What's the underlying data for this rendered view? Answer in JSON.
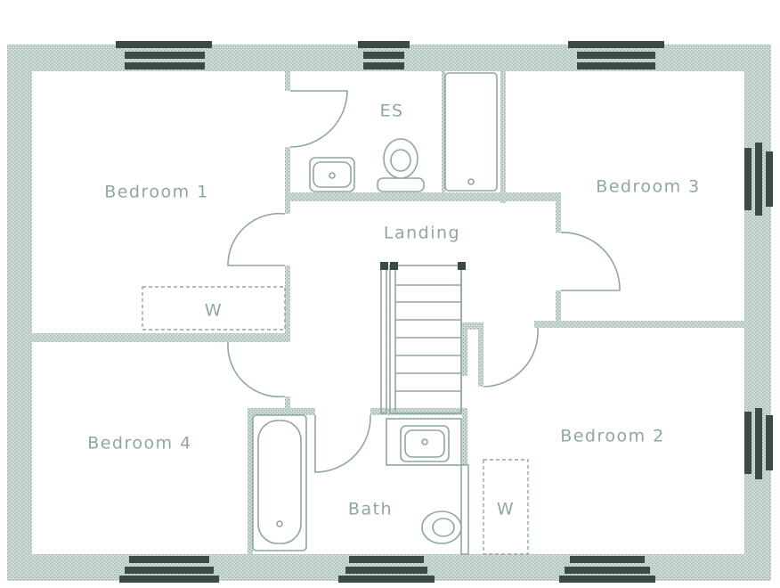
{
  "rooms": {
    "ensuite": "ES",
    "bedroom1": "Bedroom 1",
    "bedroom2": "Bedroom 2",
    "bedroom3": "Bedroom 3",
    "bedroom4": "Bedroom 4",
    "landing": "Landing",
    "bathroom": "Bath",
    "wardrobe1": "W",
    "wardrobe2": "W"
  },
  "colors": {
    "wall_fill": "#cfdcd6",
    "wall_texture": "#93aaa0",
    "line": "#8fa89e",
    "label": "#8fa89e",
    "window": "#3a4a44"
  }
}
